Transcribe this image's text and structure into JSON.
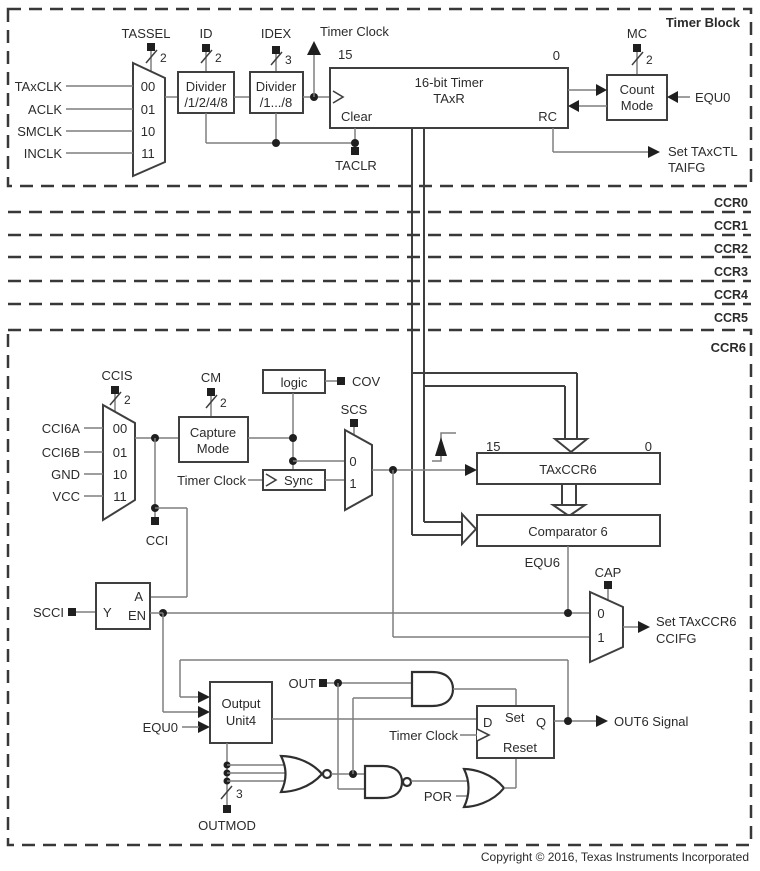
{
  "header": {
    "timer_block_title": "Timer Block"
  },
  "timer_block": {
    "tassel": {
      "label": "TASSEL",
      "bits": "2"
    },
    "clock_mux": {
      "inputs": [
        {
          "label": "TAxCLK",
          "code": "00"
        },
        {
          "label": "ACLK",
          "code": "01"
        },
        {
          "label": "SMCLK",
          "code": "10"
        },
        {
          "label": "INCLK",
          "code": "11"
        }
      ]
    },
    "divider1": {
      "control": "ID",
      "bits": "2",
      "line1": "Divider",
      "line2": "/1/2/4/8"
    },
    "divider2": {
      "control": "IDEX",
      "bits": "3",
      "line1": "Divider",
      "line2": "/1.../8"
    },
    "timer_clock": "Timer Clock",
    "timer": {
      "bit_high": "15",
      "bit_low": "0",
      "line1": "16-bit Timer",
      "line2": "TAxR",
      "clear": "Clear",
      "rc": "RC"
    },
    "taclr": "TACLR",
    "count_mode": {
      "control": "MC",
      "bits": "2",
      "line1": "Count",
      "line2": "Mode"
    },
    "equ0": "EQU0",
    "taifg": {
      "line1": "Set TAxCTL",
      "line2": "TAIFG"
    }
  },
  "ccr_bands": {
    "labels": [
      "CCR0",
      "CCR1",
      "CCR2",
      "CCR3",
      "CCR4",
      "CCR5"
    ]
  },
  "ccr6": {
    "title": "CCR6",
    "ccis": {
      "label": "CCIS",
      "bits": "2"
    },
    "input_mux": {
      "inputs": [
        {
          "label": "CCI6A",
          "code": "00"
        },
        {
          "label": "CCI6B",
          "code": "01"
        },
        {
          "label": "GND",
          "code": "10"
        },
        {
          "label": "VCC",
          "code": "11"
        }
      ]
    },
    "cm": {
      "label": "CM",
      "bits": "2"
    },
    "capture_mode": {
      "line1": "Capture",
      "line2": "Mode"
    },
    "logic": {
      "label": "logic",
      "cov": "COV"
    },
    "sync": {
      "scs": "SCS",
      "label": "Sync",
      "timer_clock": "Timer Clock",
      "mux0": "0",
      "mux1": "1"
    },
    "cci": "CCI",
    "taxccr6": {
      "bit_high": "15",
      "bit_low": "0",
      "label": "TAxCCR6"
    },
    "comparator": {
      "label": "Comparator 6",
      "equ6": "EQU6"
    },
    "cap_mux": {
      "label": "CAP",
      "mux0": "0",
      "mux1": "1",
      "out1": "Set TAxCCR6",
      "out2": "CCIFG"
    },
    "latch": {
      "scci": "SCCI",
      "y": "Y",
      "a": "A",
      "en": "EN"
    },
    "output_unit": {
      "line1": "Output",
      "line2": "Unit4",
      "equ0": "EQU0",
      "out": "OUT",
      "outmod": "OUTMOD",
      "outmod_bits": "3"
    },
    "dff": {
      "d": "D",
      "set": "Set",
      "q": "Q",
      "reset": "Reset",
      "timer_clock": "Timer Clock",
      "por": "POR",
      "out6": "OUT6 Signal"
    }
  },
  "footer": {
    "copyright": "Copyright © 2016, Texas Instruments Incorporated"
  },
  "colors": {
    "wire": "#7f7f7f",
    "ink": "#3f3f3f",
    "text": "#2b2b2b",
    "bg": "#ffffff"
  }
}
